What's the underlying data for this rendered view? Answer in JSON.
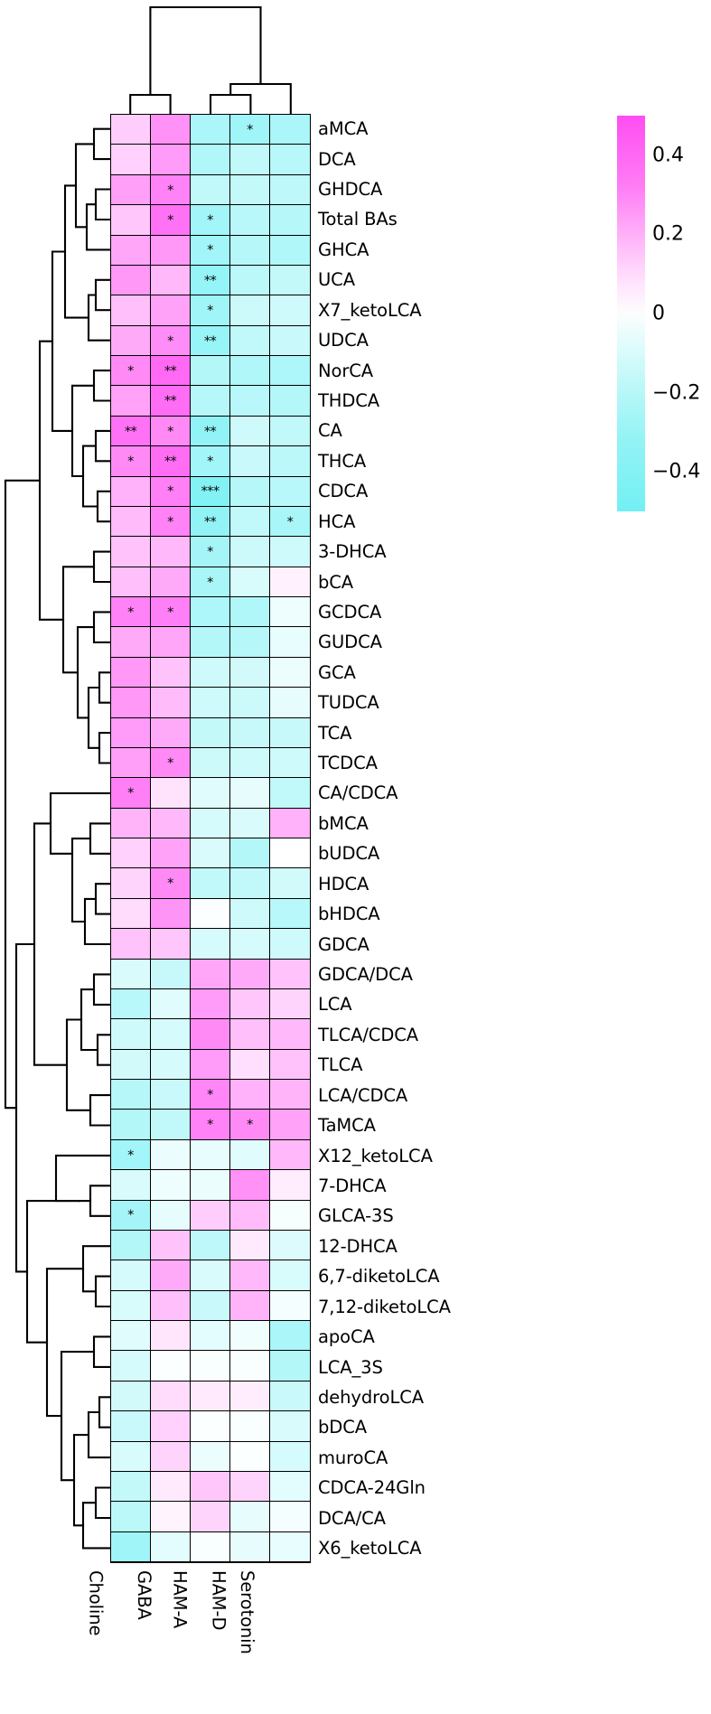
{
  "chart_data": {
    "type": "heatmap",
    "title": "",
    "xlabel": "",
    "ylabel": "",
    "colorbar": {
      "label": "",
      "ticks": [
        "0.4",
        "0.2",
        "0",
        "−0.2",
        "−0.4"
      ],
      "tick_values": [
        0.4,
        0.2,
        0,
        -0.2,
        -0.4
      ],
      "vmin": -0.5,
      "vmax": 0.5,
      "low_color": "#72f0f4",
      "mid_color": "#ffffff",
      "high_color": "#ff4df2"
    },
    "significance_legend": {
      "one_star": "p < 0.05",
      "two_star": "p < 0.01",
      "three_star": "p < 0.001"
    },
    "columns": [
      "Choline",
      "GABA",
      "HAM-A",
      "HAM-D",
      "Serotonin"
    ],
    "rows": [
      "aMCA",
      "DCA",
      "GHDCA",
      "Total BAs",
      "GHCA",
      "UCA",
      "X7_ketoLCA",
      "UDCA",
      "NorCA",
      "THDCA",
      "CA",
      "THCA",
      "CDCA",
      "HCA",
      "3-DHCA",
      "bCA",
      "GCDCA",
      "GUDCA",
      "GCA",
      "TUDCA",
      "TCA",
      "TCDCA",
      "CA/CDCA",
      "bMCA",
      "bUDCA",
      "HDCA",
      "bHDCA",
      "GDCA",
      "GDCA/DCA",
      "LCA",
      "TLCA/CDCA",
      "TLCA",
      "LCA/CDCA",
      "TaMCA",
      "X12_ketoLCA",
      "7-DHCA",
      "GLCA-3S",
      "12-DHCA",
      "6,7-diketoLCA",
      "7,12-diketoLCA",
      "apoCA",
      "LCA_3S",
      "dehydroLCA",
      "bDCA",
      "muroCA",
      "CDCA-24Gln",
      "DCA/CA",
      "X6_ketoLCA"
    ],
    "values": [
      [
        0.14,
        0.31,
        -0.3,
        -0.34,
        -0.3
      ],
      [
        0.13,
        0.28,
        -0.28,
        -0.22,
        -0.25
      ],
      [
        0.27,
        0.35,
        -0.22,
        -0.21,
        -0.23
      ],
      [
        0.16,
        0.4,
        -0.33,
        -0.25,
        -0.26
      ],
      [
        0.25,
        0.29,
        -0.33,
        -0.26,
        -0.28
      ],
      [
        0.29,
        0.2,
        -0.38,
        -0.24,
        -0.21
      ],
      [
        0.18,
        0.26,
        -0.34,
        -0.18,
        -0.17
      ],
      [
        0.24,
        0.32,
        -0.37,
        -0.22,
        -0.19
      ],
      [
        0.33,
        0.42,
        -0.27,
        -0.28,
        -0.29
      ],
      [
        0.26,
        0.41,
        -0.26,
        -0.25,
        -0.27
      ],
      [
        0.4,
        0.33,
        -0.39,
        -0.17,
        -0.22
      ],
      [
        0.33,
        0.41,
        -0.33,
        -0.19,
        -0.24
      ],
      [
        0.22,
        0.36,
        -0.44,
        -0.26,
        -0.25
      ],
      [
        0.19,
        0.35,
        -0.39,
        -0.22,
        -0.31
      ],
      [
        0.17,
        0.2,
        -0.32,
        -0.18,
        -0.17
      ],
      [
        0.18,
        0.24,
        -0.31,
        -0.14,
        0.04
      ],
      [
        0.35,
        0.36,
        -0.29,
        -0.28,
        -0.06
      ],
      [
        0.24,
        0.25,
        -0.27,
        -0.26,
        -0.08
      ],
      [
        0.29,
        0.17,
        -0.17,
        -0.16,
        -0.07
      ],
      [
        0.29,
        0.19,
        -0.17,
        -0.18,
        -0.09
      ],
      [
        0.28,
        0.24,
        -0.21,
        -0.2,
        -0.2
      ],
      [
        0.27,
        0.33,
        -0.18,
        -0.17,
        -0.17
      ],
      [
        0.36,
        0.08,
        -0.11,
        -0.09,
        -0.22
      ],
      [
        0.21,
        0.2,
        -0.15,
        -0.13,
        0.22
      ],
      [
        0.13,
        0.26,
        -0.13,
        -0.27,
        0.0
      ],
      [
        0.12,
        0.33,
        -0.22,
        -0.22,
        -0.16
      ],
      [
        0.1,
        0.3,
        -0.01,
        -0.17,
        -0.25
      ],
      [
        0.17,
        0.16,
        -0.15,
        -0.15,
        -0.17
      ],
      [
        -0.13,
        -0.2,
        0.25,
        0.24,
        0.17
      ],
      [
        -0.25,
        -0.11,
        0.28,
        0.16,
        0.12
      ],
      [
        -0.17,
        -0.15,
        0.33,
        0.18,
        0.2
      ],
      [
        -0.16,
        -0.15,
        0.28,
        0.09,
        0.17
      ],
      [
        -0.26,
        -0.19,
        0.34,
        0.22,
        0.21
      ],
      [
        -0.27,
        -0.22,
        0.35,
        0.33,
        0.26
      ],
      [
        -0.33,
        -0.07,
        -0.08,
        -0.11,
        0.2
      ],
      [
        -0.13,
        -0.06,
        -0.07,
        0.31,
        0.05
      ],
      [
        -0.32,
        -0.09,
        0.14,
        0.19,
        -0.03
      ],
      [
        -0.27,
        0.17,
        -0.23,
        0.06,
        -0.12
      ],
      [
        -0.15,
        0.24,
        -0.13,
        0.2,
        -0.14
      ],
      [
        -0.14,
        0.18,
        -0.19,
        0.21,
        -0.04
      ],
      [
        -0.11,
        0.07,
        -0.1,
        -0.05,
        -0.3
      ],
      [
        -0.15,
        -0.01,
        -0.02,
        -0.02,
        -0.27
      ],
      [
        -0.16,
        0.1,
        0.06,
        0.05,
        -0.19
      ],
      [
        -0.19,
        0.13,
        -0.01,
        -0.02,
        -0.13
      ],
      [
        -0.14,
        0.12,
        -0.07,
        -0.01,
        -0.15
      ],
      [
        -0.21,
        0.06,
        0.16,
        0.12,
        -0.1
      ],
      [
        -0.24,
        0.03,
        0.12,
        -0.09,
        -0.04
      ],
      [
        -0.34,
        -0.1,
        -0.02,
        -0.09,
        -0.08
      ]
    ],
    "significance": [
      [
        "",
        "",
        "",
        "*",
        ""
      ],
      [
        "",
        "",
        "",
        "",
        ""
      ],
      [
        "",
        "*",
        "",
        "",
        ""
      ],
      [
        "",
        "*",
        "*",
        "",
        ""
      ],
      [
        "",
        "",
        "*",
        "",
        ""
      ],
      [
        "",
        "",
        "**",
        "",
        ""
      ],
      [
        "",
        "",
        "*",
        "",
        ""
      ],
      [
        "",
        "*",
        "**",
        "",
        ""
      ],
      [
        "*",
        "**",
        "",
        "",
        ""
      ],
      [
        "",
        "**",
        "",
        "",
        ""
      ],
      [
        "**",
        "*",
        "**",
        "",
        ""
      ],
      [
        "*",
        "**",
        "*",
        "",
        ""
      ],
      [
        "",
        "*",
        "***",
        "",
        ""
      ],
      [
        "",
        "*",
        "**",
        "",
        "*"
      ],
      [
        "",
        "",
        "*",
        "",
        ""
      ],
      [
        "",
        "",
        "*",
        "",
        ""
      ],
      [
        "*",
        "*",
        "",
        "",
        ""
      ],
      [
        "",
        "",
        "",
        "",
        ""
      ],
      [
        "",
        "",
        "",
        "",
        ""
      ],
      [
        "",
        "",
        "",
        "",
        ""
      ],
      [
        "",
        "",
        "",
        "",
        ""
      ],
      [
        "",
        "*",
        "",
        "",
        ""
      ],
      [
        "*",
        "",
        "",
        "",
        ""
      ],
      [
        "",
        "",
        "",
        "",
        ""
      ],
      [
        "",
        "",
        "",
        "",
        ""
      ],
      [
        "",
        "*",
        "",
        "",
        ""
      ],
      [
        "",
        "",
        "",
        "",
        ""
      ],
      [
        "",
        "",
        "",
        "",
        ""
      ],
      [
        "",
        "",
        "",
        "",
        ""
      ],
      [
        "",
        "",
        "",
        "",
        ""
      ],
      [
        "",
        "",
        "",
        "",
        ""
      ],
      [
        "",
        "",
        "",
        "",
        ""
      ],
      [
        "",
        "",
        "*",
        "",
        ""
      ],
      [
        "",
        "",
        "*",
        "*",
        ""
      ],
      [
        "*",
        "",
        "",
        "",
        ""
      ],
      [
        "",
        "",
        "",
        "",
        ""
      ],
      [
        "*",
        "",
        "",
        "",
        ""
      ],
      [
        "",
        "",
        "",
        "",
        ""
      ],
      [
        "",
        "",
        "",
        "",
        ""
      ],
      [
        "",
        "",
        "",
        "",
        ""
      ],
      [
        "",
        "",
        "",
        "",
        ""
      ],
      [
        "",
        "",
        "",
        "",
        ""
      ],
      [
        "",
        "",
        "",
        "",
        ""
      ],
      [
        "",
        "",
        "",
        "",
        ""
      ],
      [
        "",
        "",
        "",
        "",
        ""
      ],
      [
        "",
        "",
        "",
        "",
        ""
      ],
      [
        "",
        "",
        "",
        "",
        ""
      ],
      [
        "",
        "",
        "",
        "",
        ""
      ]
    ]
  }
}
